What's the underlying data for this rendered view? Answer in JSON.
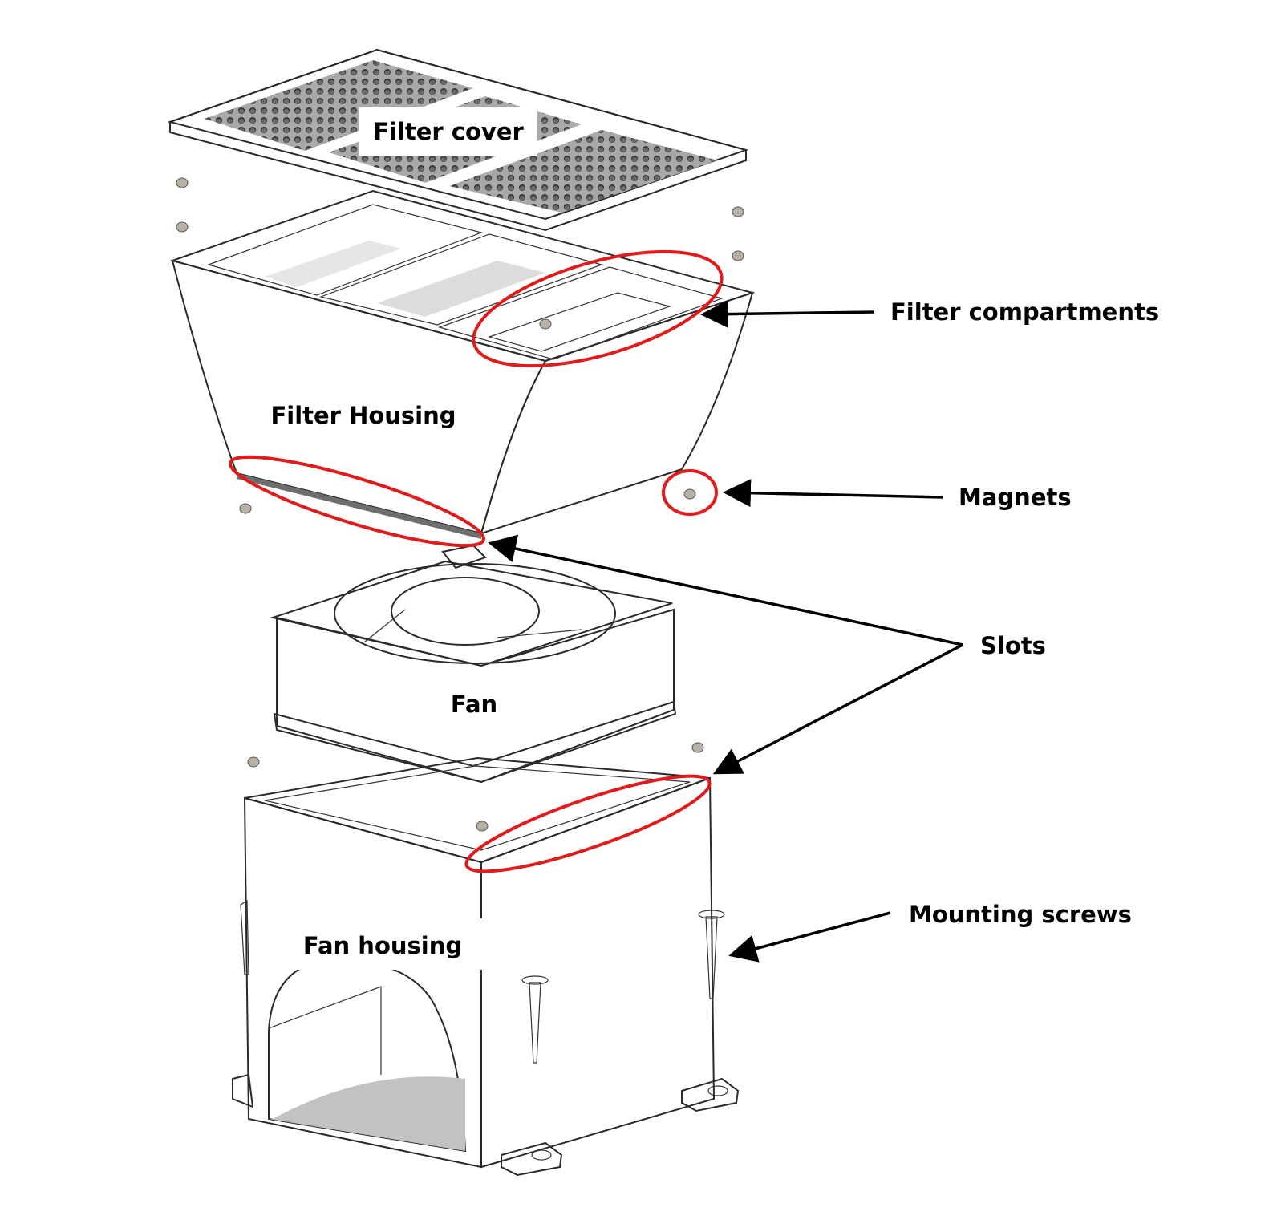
{
  "diagram": {
    "type": "exploded-assembly",
    "components": [
      {
        "id": "filter-cover",
        "label": "Filter cover"
      },
      {
        "id": "filter-housing",
        "label": "Filter Housing"
      },
      {
        "id": "fan",
        "label": "Fan"
      },
      {
        "id": "fan-housing",
        "label": "Fan housing"
      }
    ],
    "callouts": [
      {
        "id": "filter-compartments",
        "label": "Filter compartments"
      },
      {
        "id": "magnets",
        "label": "Magnets"
      },
      {
        "id": "slots",
        "label": "Slots"
      },
      {
        "id": "mounting-screws",
        "label": "Mounting screws"
      }
    ],
    "colors": {
      "highlight": "#e01b1b",
      "arrow": "#000000",
      "part_gray": "#a0a0a0",
      "fan_dark": "#6e6a66"
    }
  }
}
